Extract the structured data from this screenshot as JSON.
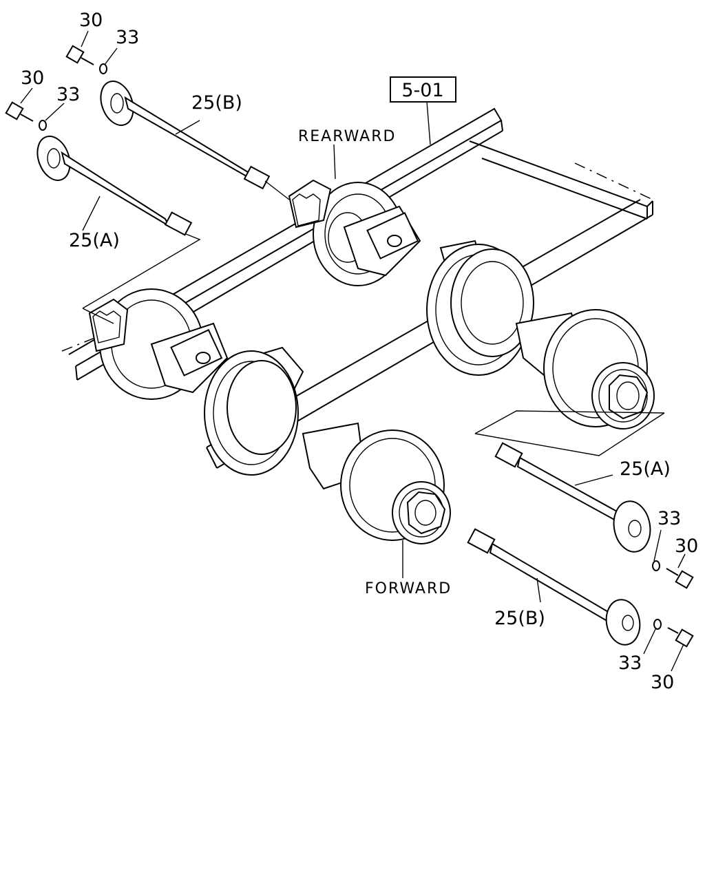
{
  "diagram": {
    "reference_box": "5-01",
    "labels": {
      "rearward": "REARWARD",
      "forward": "FORWARD"
    },
    "callouts": {
      "bolt_top_1": "30",
      "washer_top_1": "33",
      "bolt_top_2": "30",
      "washer_top_2": "33",
      "shaft_top_b": "25(B)",
      "shaft_top_a": "25(A)",
      "shaft_right_a": "25(A)",
      "washer_right_1": "33",
      "bolt_right_1": "30",
      "shaft_right_b": "25(B)",
      "washer_right_2": "33",
      "bolt_right_2": "30"
    }
  }
}
